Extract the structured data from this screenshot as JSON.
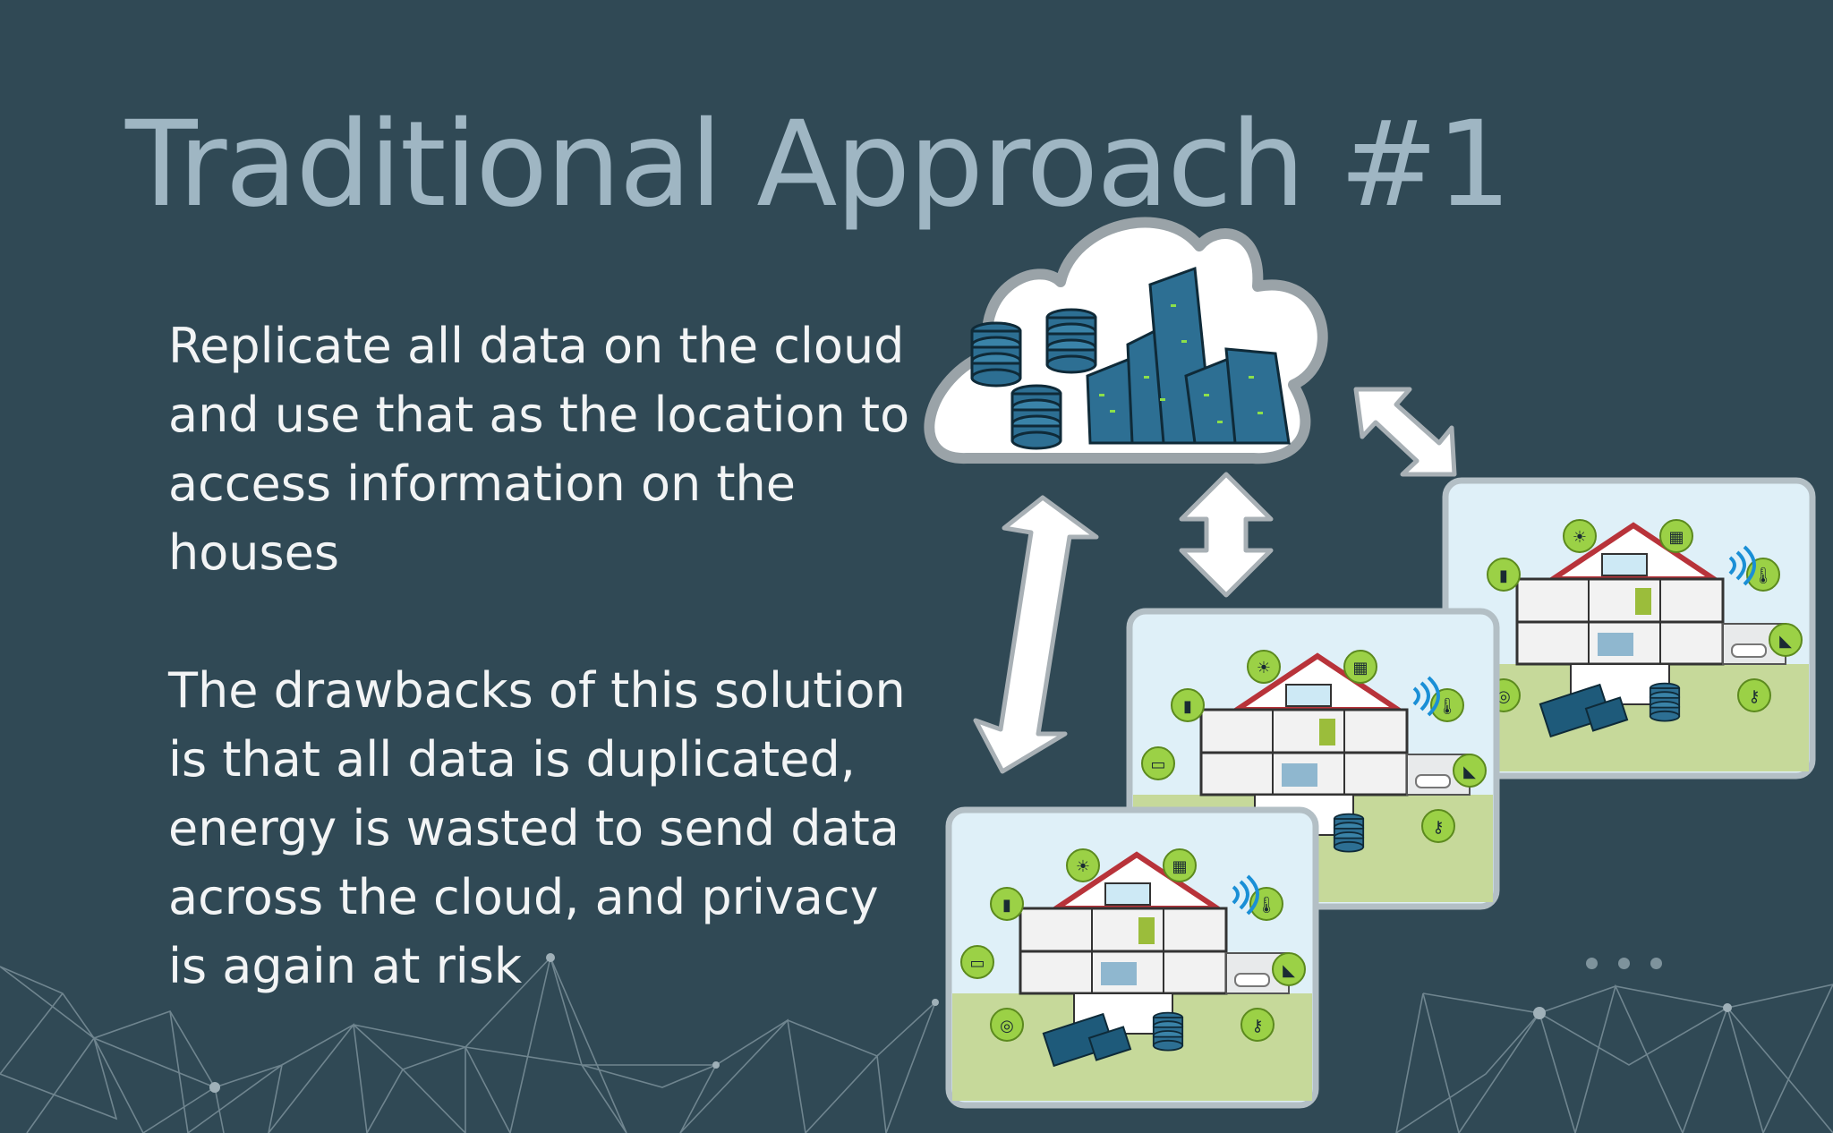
{
  "slide": {
    "title": "Traditional Approach #1",
    "paragraph_1": "Replicate all data on the cloud and use that as the location to access information on the houses",
    "paragraph_2": "The drawbacks of this solution is that all data is duplicated, energy is wasted to send data across the cloud, and privacy is again at risk",
    "page_dots": 3
  },
  "icons": [
    "cloud-icon",
    "database-icon",
    "server-building-icon",
    "double-arrow-icon",
    "smart-house-icon",
    "lightbulb-icon",
    "thermometer-icon",
    "wifi-icon",
    "security-camera-icon",
    "key-icon",
    "washing-machine-icon",
    "car-icon",
    "circuit-board-icon"
  ],
  "colors": {
    "background": "#304955",
    "title": "#9fb6c3",
    "body_text": "#f2f4f5",
    "cloud_fill": "#ffffff",
    "cloud_outline": "#9aa3a8",
    "server_blue": "#2d6f93",
    "panel_sky": "#dff0f8",
    "panel_ground": "#c6d99a",
    "icon_green": "#9bd146",
    "roof_red": "#b8333a"
  }
}
